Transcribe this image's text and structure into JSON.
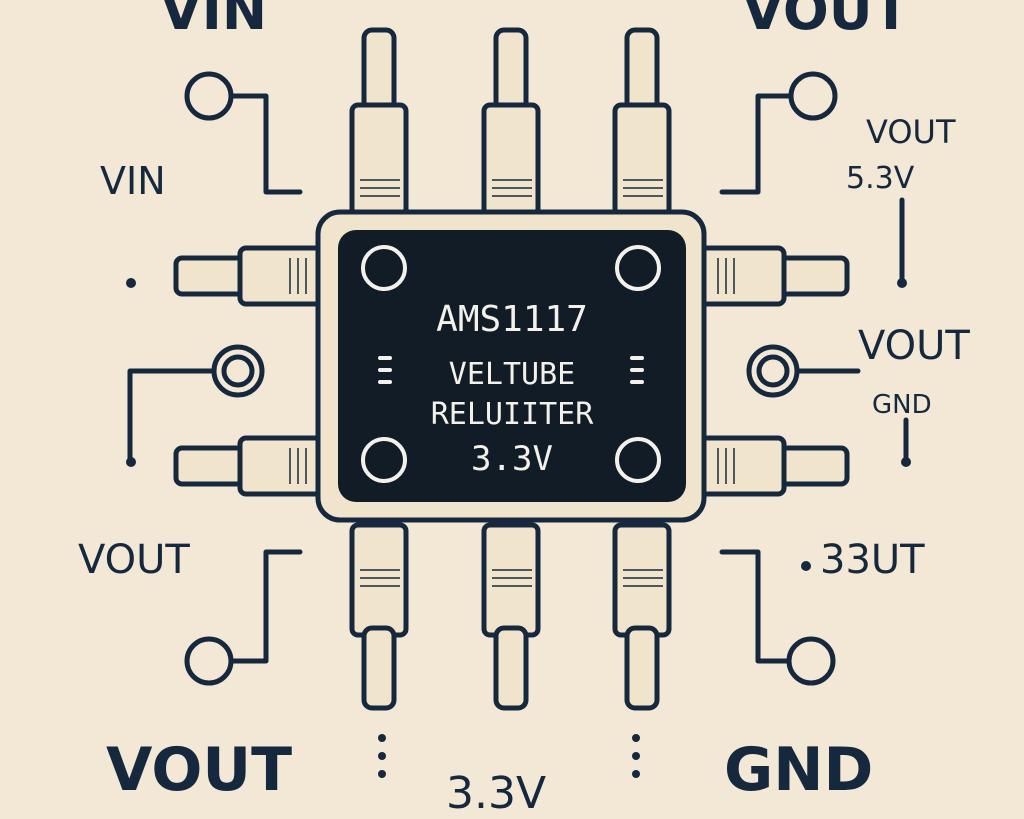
{
  "colors": {
    "background": "#f3e8d6",
    "ink": "#16283d",
    "chip_body": "#111c27",
    "chip_text": "#f4f1ea",
    "pin_fill": "#f1e4cc"
  },
  "chip": {
    "part_number": "AMS1117",
    "line2": "VELTUBE",
    "line3": "RELUIITER",
    "voltage": "3.3V"
  },
  "labels": {
    "vin_top": "VIN",
    "vout_top": "VOUT",
    "vin_left": "VIN",
    "vout_right_upper": "VOUT",
    "v5_right": "5.3V",
    "vout_right_mid": "VOUT",
    "gnd_right_mid": "GND",
    "vout_left_lower": "VOUT",
    "v33ut_right": "33UT",
    "vout_bottom": "VOUT",
    "gnd_bottom": "GND",
    "v33_bottom": "3.3V"
  }
}
